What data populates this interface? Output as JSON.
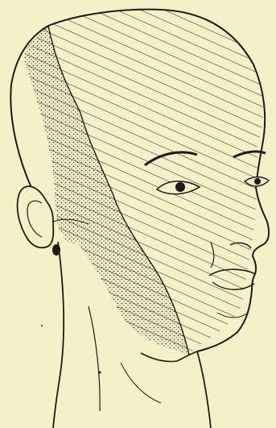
{
  "figure": {
    "kind": "anatomical-illustration",
    "subject": "head-three-quarter-view",
    "legend_visible": false,
    "regions": [
      {
        "id": "hatched-area",
        "pattern": "parallel-diagonal-lines"
      },
      {
        "id": "stippled-area",
        "pattern": "dots"
      }
    ],
    "colors": {
      "paper": "#f6f0c9",
      "ink": "#1e1b16"
    }
  }
}
